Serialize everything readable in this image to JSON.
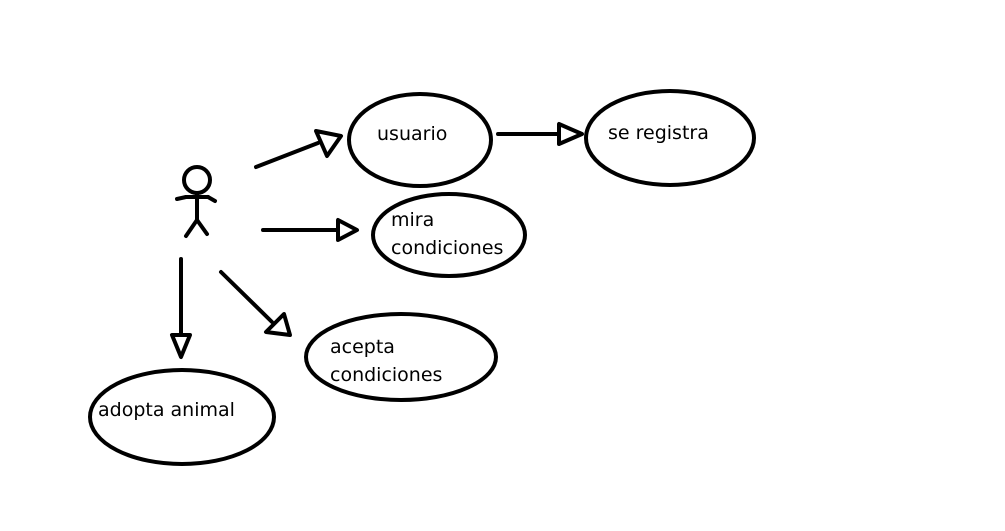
{
  "diagram": {
    "stroke_color": "#000000",
    "background_color": "#ffffff",
    "actor": {
      "icon": "stick-figure-icon"
    },
    "use_cases": [
      {
        "id": "usuario",
        "lines": [
          "usuario"
        ]
      },
      {
        "id": "se-registra",
        "lines": [
          "se registra"
        ]
      },
      {
        "id": "mira-condiciones",
        "lines": [
          "mira",
          "condiciones"
        ]
      },
      {
        "id": "acepta-condiciones",
        "lines": [
          "acepta",
          "condiciones"
        ]
      },
      {
        "id": "adopta-animal",
        "lines": [
          "adopta animal"
        ]
      }
    ]
  }
}
